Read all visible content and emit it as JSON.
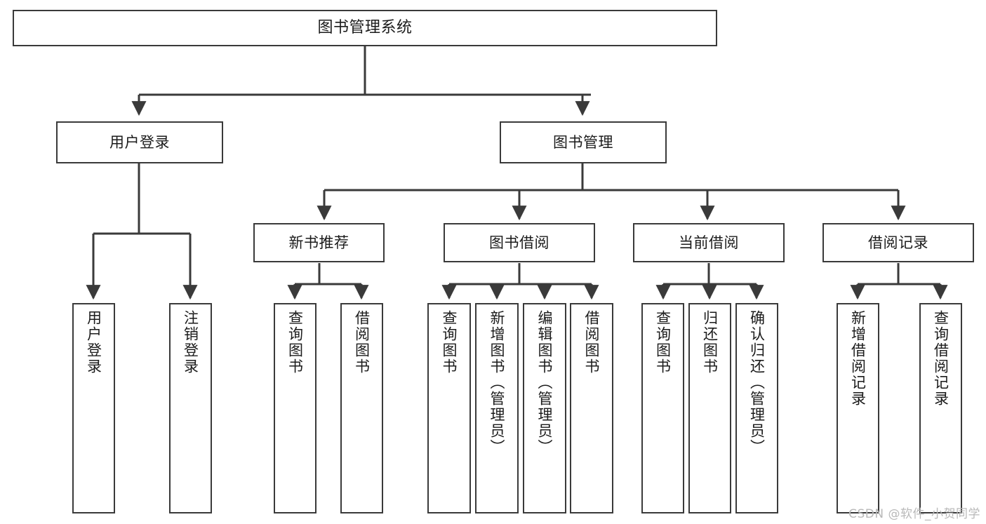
{
  "diagram": {
    "title": "图书管理系统",
    "watermark": "CSDN @软件_小贺同学",
    "line_color": "#3a3a3a",
    "box_fill": "#ffffff",
    "text_color": "#1b1b1b"
  },
  "nodes": {
    "root": {
      "label": "图书管理系统"
    },
    "level2": [
      {
        "label": "用户登录"
      },
      {
        "label": "图书管理"
      }
    ],
    "level3": [
      {
        "label": "新书推荐"
      },
      {
        "label": "图书借阅"
      },
      {
        "label": "当前借阅"
      },
      {
        "label": "借阅记录"
      }
    ],
    "leaves": {
      "user_login": [
        {
          "label": "用户登录"
        },
        {
          "label": "注销登录"
        }
      ],
      "new_book": [
        {
          "label": "查询图书"
        },
        {
          "label": "借阅图书"
        }
      ],
      "book_borrow": [
        {
          "label": "查询图书"
        },
        {
          "label": "新增图书（管理员）"
        },
        {
          "label": "编辑图书（管理员）"
        },
        {
          "label": "借阅图书"
        }
      ],
      "current_borrow": [
        {
          "label": "查询图书"
        },
        {
          "label": "归还图书"
        },
        {
          "label": "确认归还（管理员）"
        }
      ],
      "borrow_record": [
        {
          "label": "新增借阅记录"
        },
        {
          "label": "查询借阅记录"
        }
      ]
    }
  }
}
